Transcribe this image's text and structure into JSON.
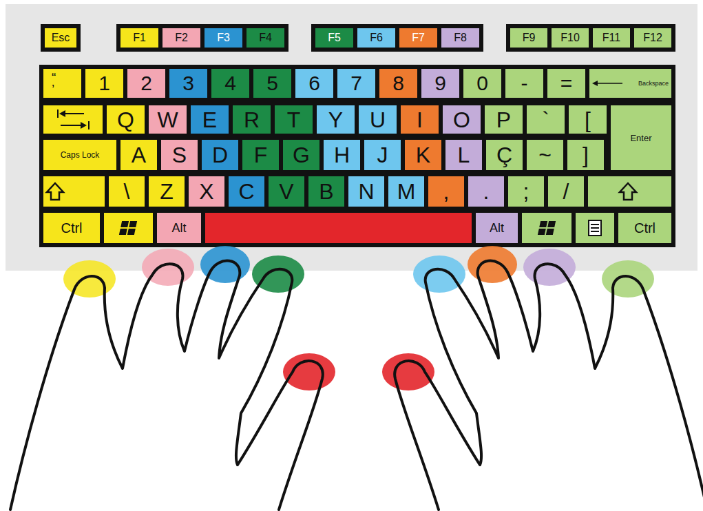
{
  "diagram": {
    "nodes": [
      {
        "text": [
          "Esc"
        ]
      },
      {
        "text": [
          "F1"
        ]
      },
      {
        "text": [
          "F2"
        ]
      },
      {
        "text": [
          "F3"
        ]
      },
      {
        "text": [
          "F4"
        ]
      },
      {
        "text": [
          "F5"
        ]
      },
      {
        "text": [
          "F6"
        ]
      },
      {
        "text": [
          "F7"
        ]
      },
      {
        "text": [
          "F8"
        ]
      },
      {
        "text": [
          "F9"
        ]
      },
      {
        "text": [
          "F10"
        ]
      },
      {
        "text": [
          "F11"
        ]
      },
      {
        "text": [
          "F12"
        ]
      },
      {
        "text": [
          "“",
          "’"
        ]
      },
      {
        "text": [
          "1"
        ]
      },
      {
        "text": [
          "2"
        ]
      },
      {
        "text": [
          "3"
        ]
      },
      {
        "text": [
          "4"
        ]
      },
      {
        "text": [
          "5"
        ]
      },
      {
        "text": [
          "6"
        ]
      },
      {
        "text": [
          "7"
        ]
      },
      {
        "text": [
          "8"
        ]
      },
      {
        "text": [
          "9"
        ]
      },
      {
        "text": [
          "0"
        ]
      },
      {
        "text": [
          "-"
        ]
      },
      {
        "text": [
          "="
        ]
      },
      {
        "text": [
          "Backspace"
        ]
      },
      {
        "text": [
          "Q"
        ]
      },
      {
        "text": [
          "W"
        ]
      },
      {
        "text": [
          "E"
        ]
      },
      {
        "text": [
          "R"
        ]
      },
      {
        "text": [
          "T"
        ]
      },
      {
        "text": [
          "Y"
        ]
      },
      {
        "text": [
          "U"
        ]
      },
      {
        "text": [
          "I"
        ]
      },
      {
        "text": [
          "O"
        ]
      },
      {
        "text": [
          "P"
        ]
      },
      {
        "text": [
          "`"
        ]
      },
      {
        "text": [
          "["
        ]
      },
      {
        "text": [
          "Enter"
        ]
      },
      {
        "text": [
          "Caps Lock"
        ]
      },
      {
        "text": [
          "A"
        ]
      },
      {
        "text": [
          "S"
        ]
      },
      {
        "text": [
          "D"
        ]
      },
      {
        "text": [
          "F"
        ]
      },
      {
        "text": [
          "G"
        ]
      },
      {
        "text": [
          "H"
        ]
      },
      {
        "text": [
          "J"
        ]
      },
      {
        "text": [
          "K"
        ]
      },
      {
        "text": [
          "L"
        ]
      },
      {
        "text": [
          "Ç"
        ]
      },
      {
        "text": [
          "~"
        ]
      },
      {
        "text": [
          "]"
        ]
      },
      {
        "text": [
          "\\"
        ]
      },
      {
        "text": [
          "Z"
        ]
      },
      {
        "text": [
          "X"
        ]
      },
      {
        "text": [
          "C"
        ]
      },
      {
        "text": [
          "V"
        ]
      },
      {
        "text": [
          "B"
        ]
      },
      {
        "text": [
          "N"
        ]
      },
      {
        "text": [
          "M"
        ]
      },
      {
        "text": [
          ","
        ]
      },
      {
        "text": [
          "."
        ]
      },
      {
        "text": [
          ";"
        ]
      },
      {
        "text": [
          "/"
        ]
      },
      {
        "text": [
          "Ctrl"
        ]
      },
      {
        "text": [
          "Alt"
        ]
      },
      {
        "text": [
          "Alt"
        ]
      },
      {
        "text": [
          "Ctrl"
        ]
      }
    ]
  }
}
